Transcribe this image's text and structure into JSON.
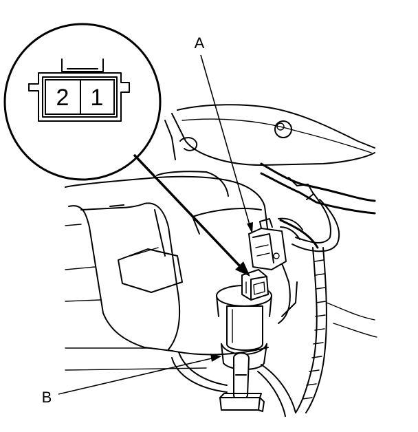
{
  "callouts": {
    "a": "A",
    "b": "B"
  },
  "connector": {
    "pin_left": "2",
    "pin_right": "1"
  },
  "colors": {
    "line": "#000000",
    "background": "#ffffff"
  }
}
